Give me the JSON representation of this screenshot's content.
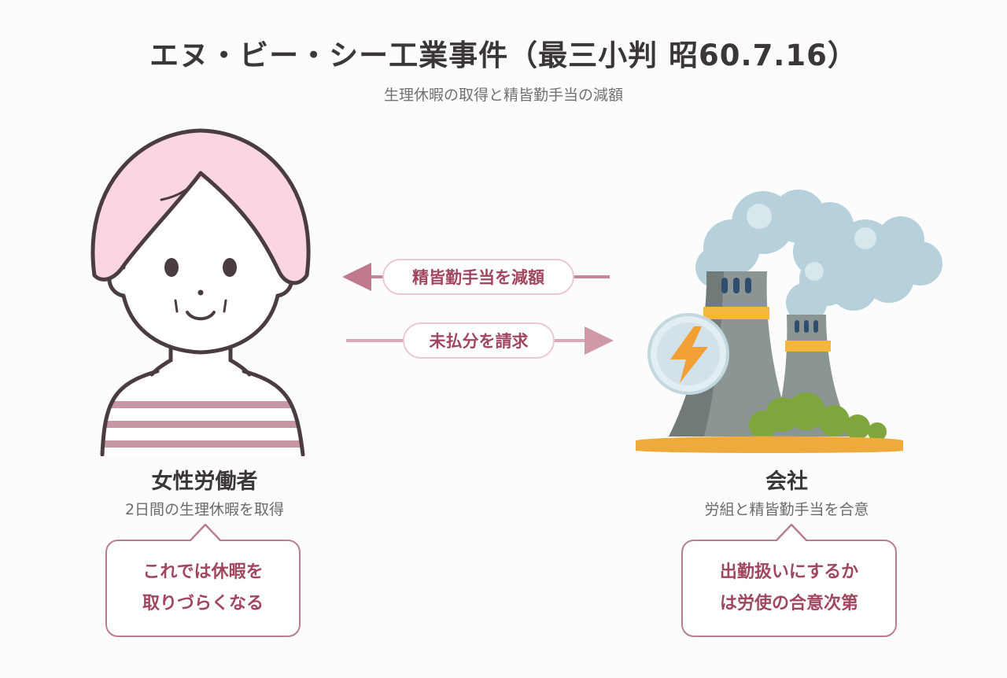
{
  "header": {
    "title": "エヌ・ビー・シー工業事件（最三小判 昭60.7.16）",
    "subtitle": "生理休暇の取得と精皆勤手当の減額"
  },
  "arrows": {
    "company_to_worker": "精皆勤手当を減額",
    "worker_to_company": "未払分を請求"
  },
  "worker": {
    "name": "女性労働者",
    "description": "2日間の生理休暇を取得",
    "comment_lines": [
      "これでは休暇を",
      "取りづらくなる"
    ]
  },
  "company": {
    "name": "会社",
    "description": "労組と精皆勤手当を合意",
    "comment_lines": [
      "出勤扱いにするか",
      "は労使の合意次第"
    ]
  },
  "colors": {
    "accent": "#a0475f",
    "arrow": "#c48597",
    "bubble_border": "#b97e8d",
    "hair": "#fbd5df",
    "outline": "#4a3d3f"
  },
  "icons": {
    "worker": "woman-illustration",
    "company": "factory-illustration",
    "badge": "lightning-bolt-icon"
  }
}
